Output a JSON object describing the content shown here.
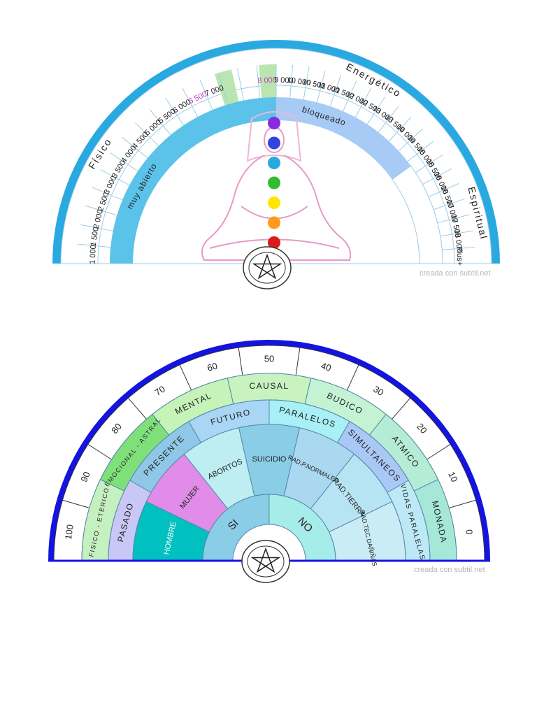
{
  "colors": {
    "outer_ring_1": "#29a9e0",
    "band_open": "#5bc2ea",
    "band_blocked": "#a8cbf5",
    "highlight_green": "#b9e6b0",
    "outer_ring_2": "#1414e0"
  },
  "board1": {
    "outer_labels": [
      "Físico",
      "Energético",
      "Espiritual"
    ],
    "scale_left": [
      "1 000",
      "1 500",
      "2 000",
      "2 500",
      "3 000",
      "3 500",
      "4 000",
      "4 500",
      "5 000",
      "5 500",
      "6 000",
      "6 500",
      "7 000",
      "",
      "",
      "8 000"
    ],
    "scale_right": [
      "9 000",
      "10 000",
      "10 500",
      "11 000",
      "11 500",
      "12 000",
      "12 500",
      "13 000",
      "13 500",
      "14 000",
      "14 500",
      "15 000",
      "15 500",
      "16 000",
      "16 500",
      "17 000",
      "17 500",
      "18 000",
      "Plus+"
    ],
    "band_left_label": "muy abierto",
    "band_right_label": "bloqueado",
    "watermark": "creada con subtil.net"
  },
  "board2": {
    "scale": [
      "100",
      "90",
      "80",
      "70",
      "60",
      "50",
      "40",
      "30",
      "20",
      "10",
      "0"
    ],
    "planes": [
      "FISICO - ETERICO",
      "EMOCIONAL - ASTRAL",
      "MENTAL",
      "CAUSAL",
      "BUDICO",
      "ATMICO",
      "MONADA"
    ],
    "times": [
      "PASADO",
      "PRESENTE",
      "FUTURO",
      "PARALELOS",
      "SIMULTANEOS",
      "VIDAS PARALELAS"
    ],
    "wedges": [
      "HOMBRE",
      "MUJER",
      "ABORTOS",
      "SUICIDIO",
      "RAD.P.NORMALES",
      "RAD.TIERRA",
      "RAD.TEC.DAÑIÑAS"
    ],
    "center": [
      "SI",
      "NO"
    ],
    "watermark": "creada con subtil.net"
  },
  "icons": [
    "meditating-figure-icon",
    "chakra-icon",
    "pentagram-seal-icon"
  ]
}
